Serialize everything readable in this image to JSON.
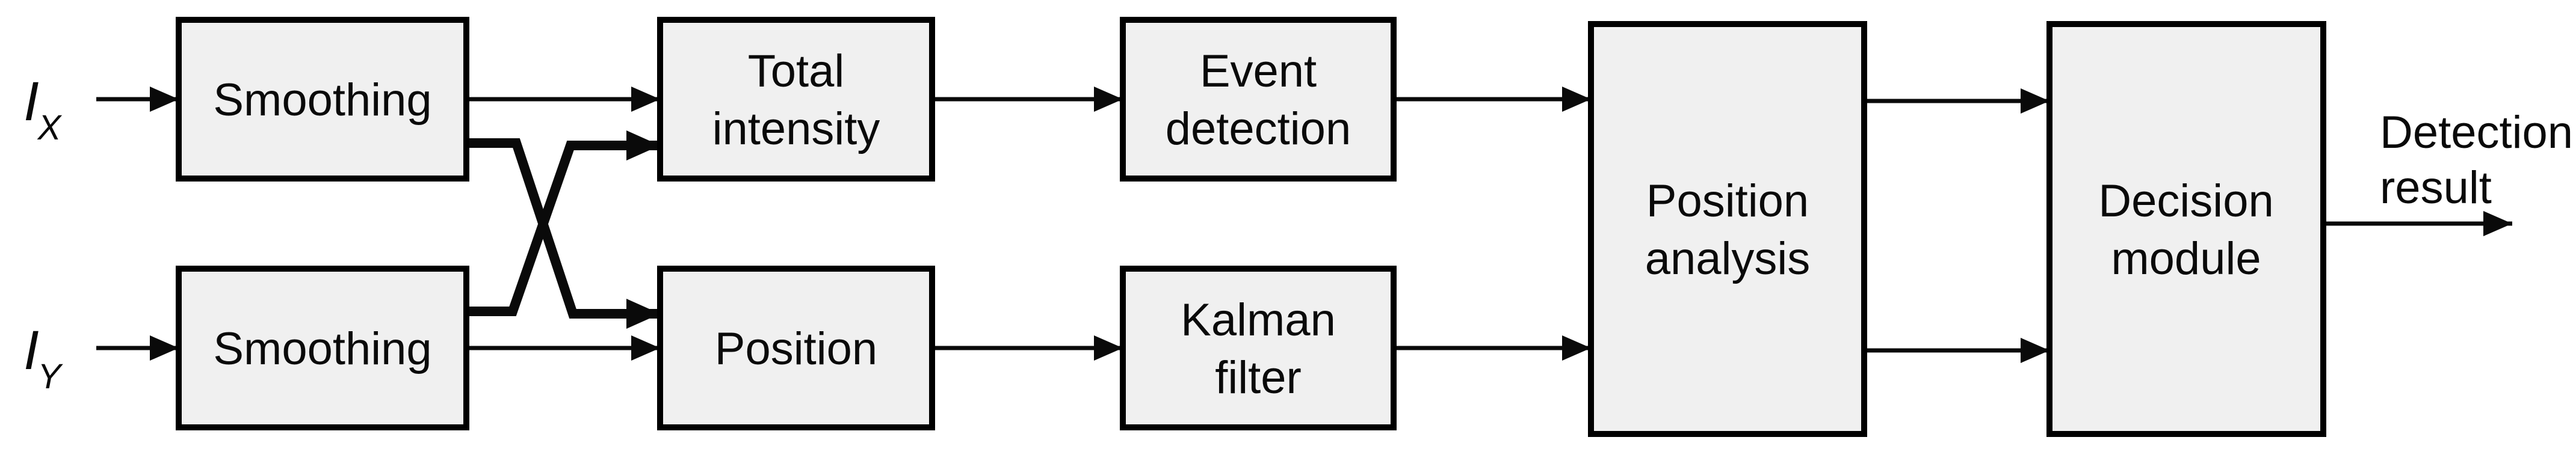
{
  "inputs": {
    "ix": {
      "symbol": "I",
      "subscript": "X"
    },
    "iy": {
      "symbol": "I",
      "subscript": "Y"
    }
  },
  "blocks": {
    "smoothing_x": {
      "label": "Smoothing"
    },
    "smoothing_y": {
      "label": "Smoothing"
    },
    "total_intensity": {
      "line1": "Total",
      "line2": "intensity"
    },
    "position": {
      "label": "Position"
    },
    "event_detection": {
      "line1": "Event",
      "line2": "detection"
    },
    "kalman_filter": {
      "line1": "Kalman",
      "line2": "filter"
    },
    "position_analysis": {
      "line1": "Position",
      "line2": "analysis"
    },
    "decision_module": {
      "line1": "Decision",
      "line2": "module"
    }
  },
  "output": {
    "line1": "Detection",
    "line2": "result"
  },
  "colors": {
    "box_fill": "#f0f0f0",
    "box_border": "#000000",
    "arrow": "#0a0a0a",
    "background": "#ffffff"
  }
}
